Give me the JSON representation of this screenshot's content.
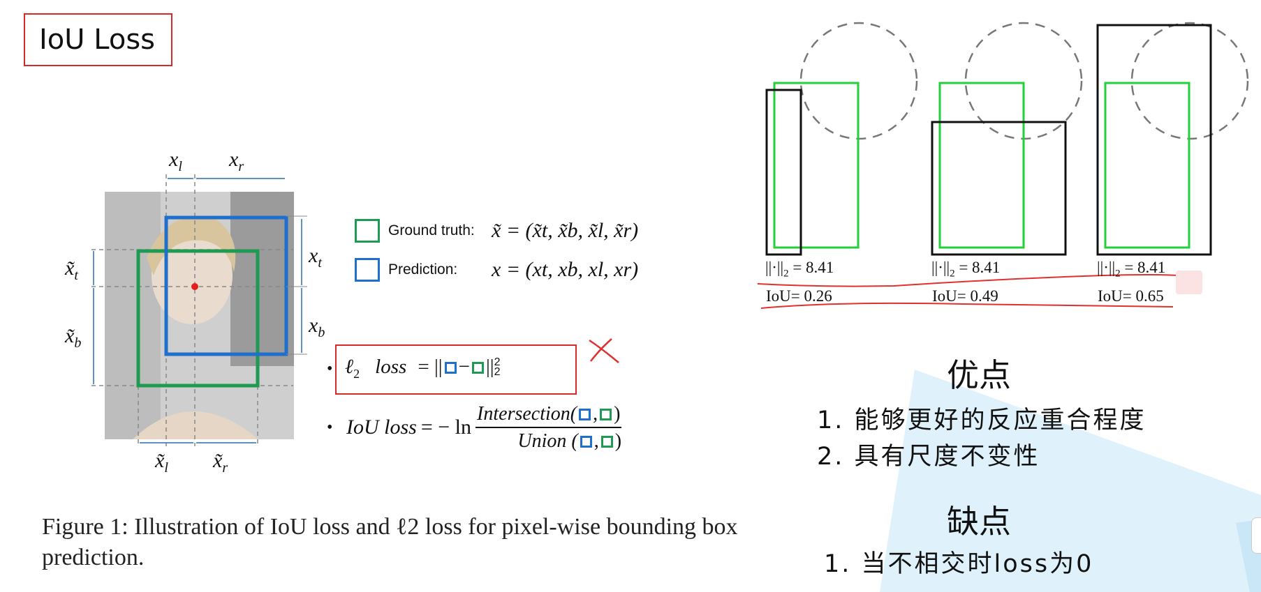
{
  "slide": {
    "title": "IoU Loss"
  },
  "figure": {
    "axis_top": {
      "xl": "x",
      "xl_sub": "l",
      "xr": "x",
      "xr_sub": "r"
    },
    "axis_right": {
      "xt": "x",
      "xt_sub": "t",
      "xb": "x",
      "xb_sub": "b"
    },
    "axis_left": {
      "xt": "x̃",
      "xt_sub": "t",
      "xb": "x̃",
      "xb_sub": "b"
    },
    "axis_bottom": {
      "xl": "x̃",
      "xl_sub": "l",
      "xr": "x̃",
      "xr_sub": "r"
    },
    "legend": [
      {
        "label": "Ground truth:",
        "formula": "x̃ = (x̃t, x̃b, x̃l, x̃r)",
        "color": "#1e9a52"
      },
      {
        "label": "Prediction:",
        "formula": "x = (xt, xb, xl, xr)",
        "color": "#1f6fcc"
      }
    ],
    "l2_loss": {
      "bullet": "•",
      "lhs": "ℓ",
      "lhs_sub": "2",
      "name": "loss",
      "eq": "= ||",
      "minus": "−",
      "rhs_end": "||",
      "sup": "2",
      "sub": "2"
    },
    "iou_loss": {
      "bullet": "•",
      "lhs": "IoU loss",
      "eq": "= − ln",
      "num": "Intersection(",
      "den": "Union (",
      "comma": ",",
      "close": ")"
    },
    "caption": "Figure 1: Illustration of IoU loss and ℓ2 loss for pixel-wise bounding box prediction."
  },
  "comparison": {
    "cases": [
      {
        "norm": "||·||",
        "norm_sub": "2",
        "norm_value": "= 8.41",
        "iou": "IoU= 0.26"
      },
      {
        "norm": "||·||",
        "norm_sub": "2",
        "norm_value": "= 8.41",
        "iou": "IoU= 0.49"
      },
      {
        "norm": "||·||",
        "norm_sub": "2",
        "norm_value": "= 8.41",
        "iou": "IoU= 0.65"
      }
    ]
  },
  "pros": {
    "heading": "优点",
    "items": [
      "1. 能够更好的反应重合程度",
      "2. 具有尺度不变性"
    ]
  },
  "cons": {
    "heading": "缺点",
    "items": [
      "1. 当不相交时loss为0"
    ]
  },
  "colors": {
    "accent_red": "#d62a2a",
    "gt_green": "#1e9a52",
    "pred_blue": "#1f6fcc",
    "cmp_green": "#22d13a",
    "watermark": "#d6eefa"
  }
}
